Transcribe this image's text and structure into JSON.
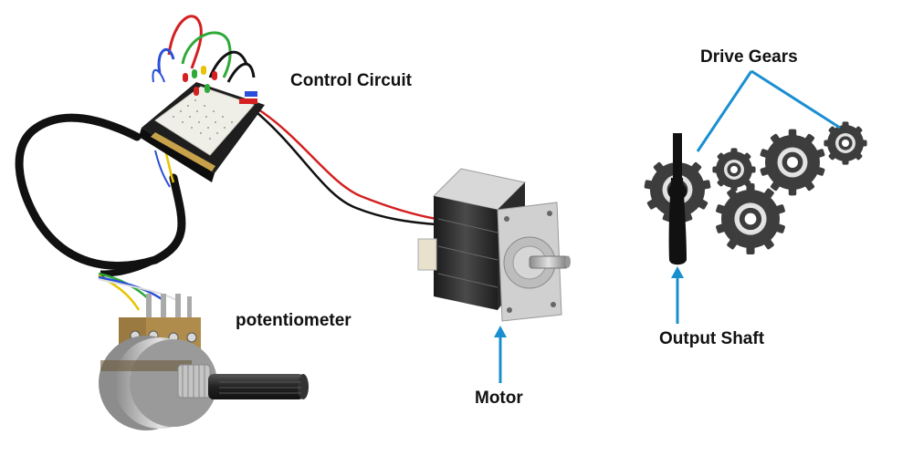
{
  "labels": {
    "control_circuit": "Control Circuit",
    "potentiometer": "potentiometer",
    "motor": "Motor",
    "drive_gears": "Drive Gears",
    "output_shaft": "Output Shaft"
  },
  "colors": {
    "arrow": "#1a8fd0",
    "wire_red": "#d42020",
    "wire_black": "#111111",
    "wire_green": "#2faa3a",
    "wire_yellow": "#e8c400",
    "wire_blue": "#2a4fd8",
    "cable": "#111111",
    "gear": "#3d3d3d",
    "motor_body": "#2a2a2a",
    "motor_plate": "#cfcfcf",
    "pcb": "#1e1e1e",
    "breadboard": "#efefe8",
    "pot_brass": "#9a7a40",
    "pot_metal": "#b8b8b8"
  },
  "icons": [
    "breadboard-circuit-icon",
    "stepper-motor-icon",
    "potentiometer-icon",
    "gear-train-icon",
    "output-shaft-icon"
  ]
}
